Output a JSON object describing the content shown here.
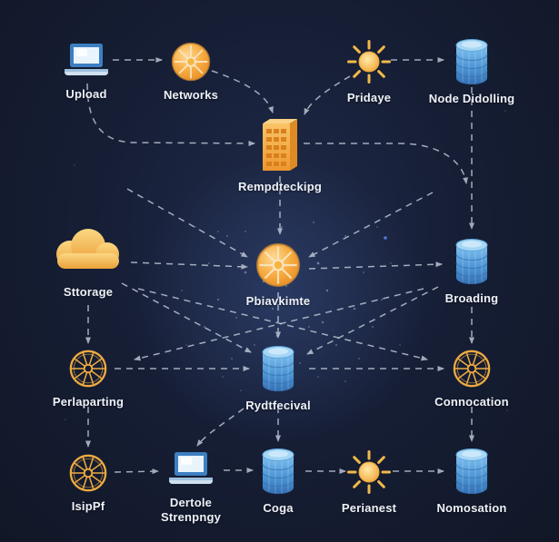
{
  "diagram": {
    "background_color": "#161e35",
    "arrow_color": "#c6cedc",
    "accent_orange": "#f0a83c",
    "accent_blue": "#5aa6e2",
    "nodes": [
      {
        "id": "upload",
        "label": "Upload",
        "icon": "laptop-icon"
      },
      {
        "id": "networks",
        "label": "Networks",
        "icon": "globe-icon"
      },
      {
        "id": "pridaye",
        "label": "Pridaye",
        "icon": "sun-icon"
      },
      {
        "id": "node-didolling",
        "label": "Node Didolling",
        "icon": "database-icon"
      },
      {
        "id": "rempdteckipg",
        "label": "Rempdteckipg",
        "icon": "building-icon"
      },
      {
        "id": "sttorage",
        "label": "Sttorage",
        "icon": "cloud-icon"
      },
      {
        "id": "pbiavkimte",
        "label": "Pbiavkimte",
        "icon": "globe-icon"
      },
      {
        "id": "broading",
        "label": "Broading",
        "icon": "database-icon"
      },
      {
        "id": "perlaparting",
        "label": "Perlaparting",
        "icon": "wheel-icon"
      },
      {
        "id": "rydtfecival",
        "label": "Rydtfecival",
        "icon": "database-icon"
      },
      {
        "id": "connocation",
        "label": "Connocation",
        "icon": "wheel-icon"
      },
      {
        "id": "isippf",
        "label": "IsipPf",
        "icon": "wheel-icon"
      },
      {
        "id": "dertole-strenpngy",
        "label": "Dertole Strenpngy",
        "icon": "laptop-icon"
      },
      {
        "id": "coga",
        "label": "Coga",
        "icon": "database-icon"
      },
      {
        "id": "perianest",
        "label": "Perianest",
        "icon": "sun-icon"
      },
      {
        "id": "nomosation",
        "label": "Nomosation",
        "icon": "database-icon"
      }
    ],
    "edges": [
      {
        "from": "upload",
        "to": "networks"
      },
      {
        "from": "pridaye",
        "to": "node-didolling"
      },
      {
        "from": "networks",
        "to": "rempdteckipg"
      },
      {
        "from": "pridaye",
        "to": "rempdteckipg"
      },
      {
        "from": "upload",
        "to": "rempdteckipg"
      },
      {
        "from": "rempdteckipg",
        "to": "broading"
      },
      {
        "from": "node-didolling",
        "to": "broading"
      },
      {
        "from": "rempdteckipg",
        "to": "pbiavkimte"
      },
      {
        "from": "upload",
        "to": "pbiavkimte"
      },
      {
        "from": "node-didolling",
        "to": "pbiavkimte"
      },
      {
        "from": "sttorage",
        "to": "pbiavkimte"
      },
      {
        "from": "pbiavkimte",
        "to": "broading"
      },
      {
        "from": "sttorage",
        "to": "rydtfecival"
      },
      {
        "from": "broading",
        "to": "rydtfecival"
      },
      {
        "from": "sttorage",
        "to": "connocation"
      },
      {
        "from": "broading",
        "to": "perlaparting"
      },
      {
        "from": "pbiavkimte",
        "to": "rydtfecival"
      },
      {
        "from": "sttorage",
        "to": "perlaparting"
      },
      {
        "from": "broading",
        "to": "connocation"
      },
      {
        "from": "perlaparting",
        "to": "rydtfecival"
      },
      {
        "from": "rydtfecival",
        "to": "connocation"
      },
      {
        "from": "perlaparting",
        "to": "isippf"
      },
      {
        "from": "rydtfecival",
        "to": "coga"
      },
      {
        "from": "connocation",
        "to": "nomosation"
      },
      {
        "from": "rydtfecival",
        "to": "dertole-strenpngy"
      },
      {
        "from": "isippf",
        "to": "dertole-strenpngy"
      },
      {
        "from": "dertole-strenpngy",
        "to": "coga"
      },
      {
        "from": "coga",
        "to": "perianest"
      },
      {
        "from": "perianest",
        "to": "nomosation"
      }
    ]
  }
}
